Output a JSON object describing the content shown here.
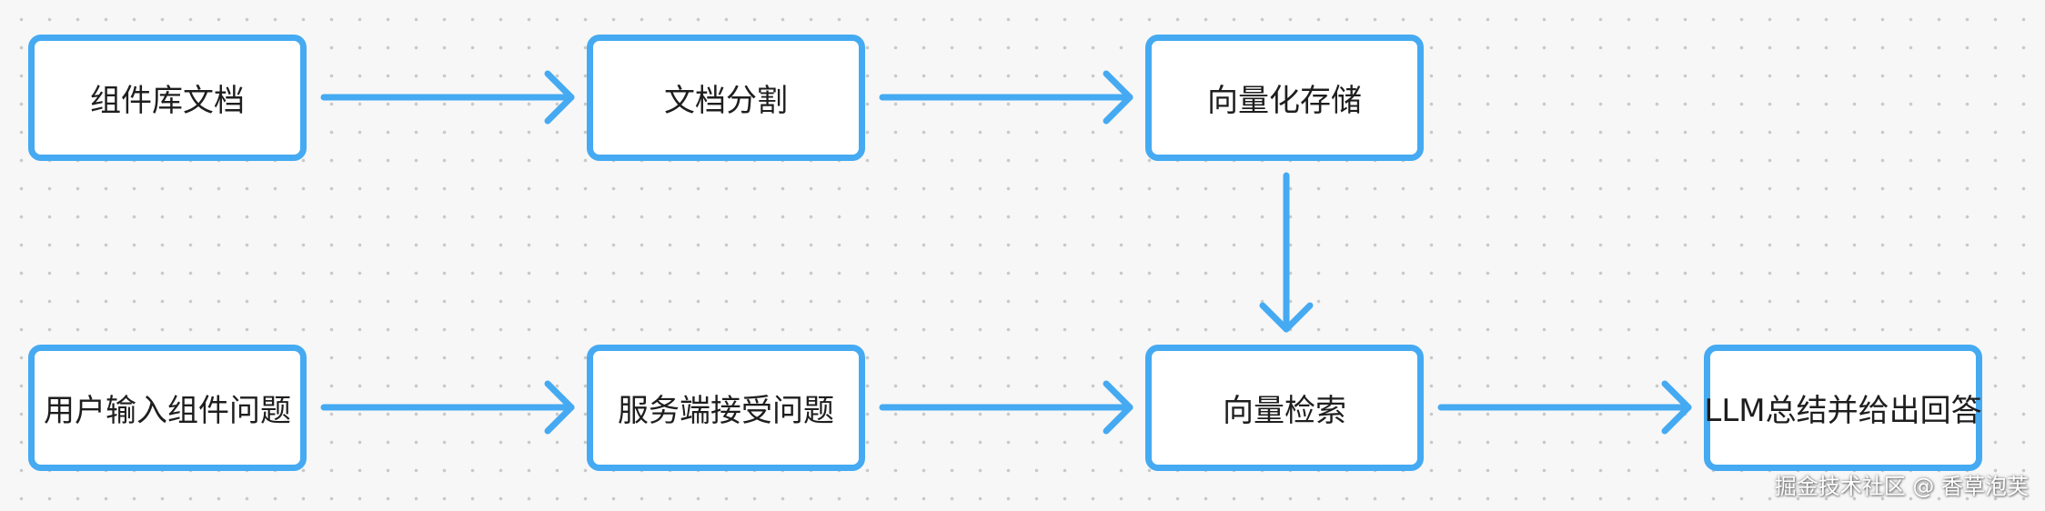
{
  "diagram": {
    "colors": {
      "accent": "#45aaf2",
      "node_fill": "#ffffff",
      "text": "#1e1e1e",
      "background": "#f7f7f7"
    },
    "nodes": [
      {
        "id": "component-docs",
        "label": "组件库文档"
      },
      {
        "id": "doc-split",
        "label": "文档分割"
      },
      {
        "id": "vector-store",
        "label": "向量化存储"
      },
      {
        "id": "user-question",
        "label": "用户输入组件问题"
      },
      {
        "id": "server-receive",
        "label": "服务端接受问题"
      },
      {
        "id": "vector-search",
        "label": "向量检索"
      },
      {
        "id": "llm-answer",
        "label": "LLM总结并给出回答"
      }
    ],
    "edges": [
      {
        "from": "component-docs",
        "to": "doc-split"
      },
      {
        "from": "doc-split",
        "to": "vector-store"
      },
      {
        "from": "vector-store",
        "to": "vector-search"
      },
      {
        "from": "user-question",
        "to": "server-receive"
      },
      {
        "from": "server-receive",
        "to": "vector-search"
      },
      {
        "from": "vector-search",
        "to": "llm-answer"
      }
    ]
  },
  "watermark": "掘金技术社区 @ 香草泡芙"
}
